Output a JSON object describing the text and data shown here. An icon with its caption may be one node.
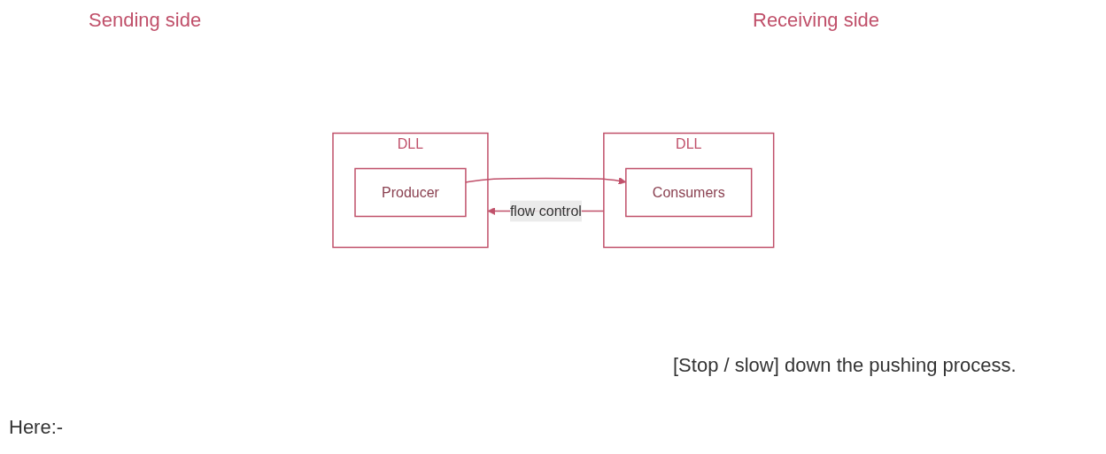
{
  "diagram": {
    "nodes": [
      {
        "text": [
          "DLL"
        ]
      },
      {
        "text": [
          "Producer"
        ],
        "in": 0
      },
      {
        "text": [
          "DLL"
        ]
      },
      {
        "text": [
          "Consumers"
        ],
        "in": 2
      }
    ],
    "edges": [
      {
        "from": 1,
        "to": 3,
        "arrow": "to"
      },
      {
        "from": 2,
        "to": 0,
        "label": "flow control",
        "arrow": "to"
      }
    ],
    "labels": [
      "Sending side",
      "Receiving side",
      "[Stop / slow] down the pushing process.",
      "Here:-"
    ]
  }
}
